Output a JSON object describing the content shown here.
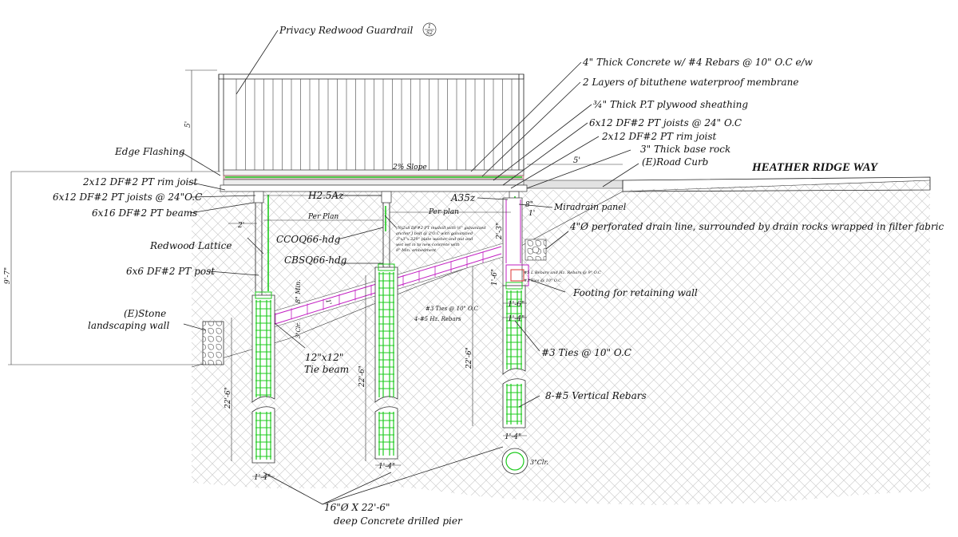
{
  "labels": {
    "guardrail": "Privacy Redwood Guardrail",
    "guardrail_ref_top": "1",
    "guardrail_ref_bottom": "S2",
    "concrete": "4\" Thick Concrete w/ #4 Rebars @ 10\" O.C e/w",
    "membrane": "2 Layers of bituthene waterproof membrane",
    "plywood": "¾\" Thick P.T plywood sheathing",
    "joists_right": "6x12 DF#2 PT joists @ 24\" O.C",
    "rim_joist_right": "2x12 DF#2 PT rim joist",
    "base_rock": "3\" Thick base rock",
    "road_curb": "(E)Road Curb",
    "street": "HEATHER RIDGE WAY",
    "edge_flashing": "Edge Flashing",
    "rim_joist_left": "2x12 DF#2 PT rim joist",
    "joists_left": "6x12 DF#2 PT joists @ 24\"O.C",
    "beams": "6x16 DF#2 PT beams",
    "h25az": "H2.5Az",
    "a35z": "A35z",
    "miradrain": "Miradrain panel",
    "drain_line": "4\"Ø perforated drain line, surrounded by drain rocks wrapped in filter fabric",
    "slope": "2% Slope",
    "per_plan_1": "Per Plan",
    "per_plan_2": "Per plan",
    "ccoq": "CCOQ66-hdg",
    "cbsq": "CBSQ66-hdg",
    "redwood_lattice": "Redwood Lattice",
    "post": "6x6 DF#2 PT post",
    "stone_wall_1": "(E)Stone",
    "stone_wall_2": "landscaping wall",
    "tie_beam_1": "12\"x12\"",
    "tie_beam_2": "Tie beam",
    "mudsill_note_1": "(N)2x8 DF#2 PT mudsill with ½\" galvanized",
    "mudsill_note_2": "anchor J bolt @ 2'O.C with galvanized",
    "mudsill_note_3": "3\"x3\"x.229\" plate washer and nut and",
    "mudsill_note_4": "wet set in to new concrete with",
    "mudsill_note_5": "8\" Min. embedment",
    "ties_small": "#3 Ties @ 10\" O.C",
    "hz_rebars": "4-#5 Hz. Rebars",
    "l_rebars": "#5 L Rebars and Hz. Rebars @ 9\" O.C",
    "ties_small_2": "#3 Ties @ 10\" O.C",
    "footing": "Footing for retaining wall",
    "ties_main": "#3 Ties @ 10\" O.C",
    "vertical_rebars": "8-#5 Vertical Rebars",
    "pier_1": "16\"Ø X 22'-6\"",
    "pier_2": "deep Concrete drilled pier"
  },
  "dimensions": {
    "rail_height": "5'",
    "overall_height": "9'-7\"",
    "setback": "5'",
    "pier_depth_1": "22'-6\"",
    "pier_depth_2": "22'-6\"",
    "pier_depth_3": "22'-6\"",
    "pier_dia_1": "1'-4\"",
    "pier_dia_2": "1'-4\"",
    "pier_dia_3": "1'-4\"",
    "post_offset": "2'",
    "footing_w": "1'-6\"",
    "footing_h": "1'-6\"",
    "footing_w2": "1'-4\"",
    "wall_h": "2'-3\"",
    "gap": "8\"",
    "gap2": "1'",
    "min_8": "8\" Min.",
    "tie_1": "1'",
    "clr_3": "3\"Clr.",
    "clr_3b": "3\"Clr."
  },
  "colors": {
    "rebar": "#1ecb1e",
    "drain": "#c21fc2",
    "line": "#222222"
  }
}
